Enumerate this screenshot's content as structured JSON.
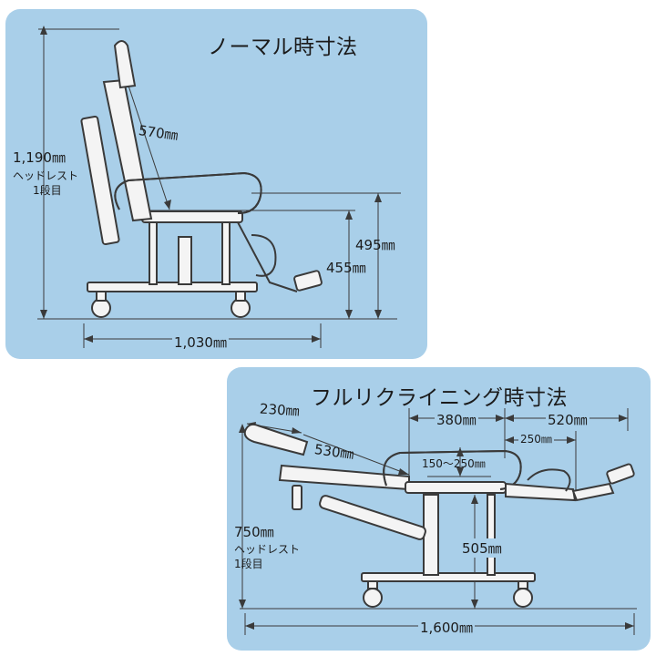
{
  "normal": {
    "title": "ノーマル時寸法",
    "height_total": "1,190㎜",
    "height_note_1": "ヘッドレスト",
    "height_note_2": "1段目",
    "backrest": "570㎜",
    "armrest_height": "495㎜",
    "seat_height": "455㎜",
    "length": "1,030㎜"
  },
  "recline": {
    "title": "フルリクライニング時寸法",
    "headrest": "230㎜",
    "backrest": "530㎜",
    "seat_span": "380㎜",
    "leg_span": "520㎜",
    "leg_sub": "250㎜",
    "seat_range": "150～250㎜",
    "height_total": "750㎜",
    "height_note_1": "ヘッドレスト",
    "height_note_2": "1段目",
    "seat_height": "505㎜",
    "length": "1,600㎜"
  }
}
